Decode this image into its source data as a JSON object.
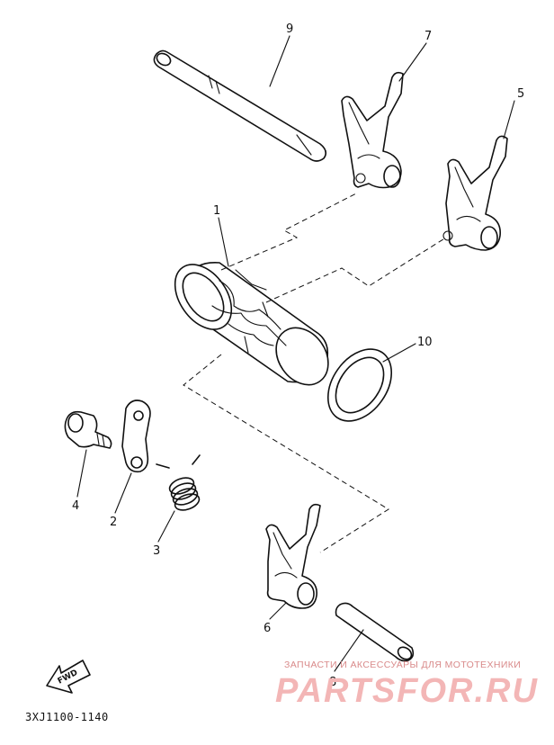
{
  "callouts": [
    {
      "id": "1",
      "label": "1"
    },
    {
      "id": "2",
      "label": "2"
    },
    {
      "id": "3",
      "label": "3"
    },
    {
      "id": "4",
      "label": "4"
    },
    {
      "id": "5",
      "label": "5"
    },
    {
      "id": "6",
      "label": "6"
    },
    {
      "id": "7",
      "label": "7"
    },
    {
      "id": "8",
      "label": "8"
    },
    {
      "id": "9",
      "label": "9"
    },
    {
      "id": "10",
      "label": "10"
    }
  ],
  "fwd_label": "FWD",
  "diagram_code": "3XJ1100-1140",
  "watermark": {
    "top_text": "ЗАПЧАСТИ И АКСЕССУАРЫ ДЛЯ МОТОТЕХНИКИ",
    "brand_text": "PARTSFOR.RU"
  }
}
